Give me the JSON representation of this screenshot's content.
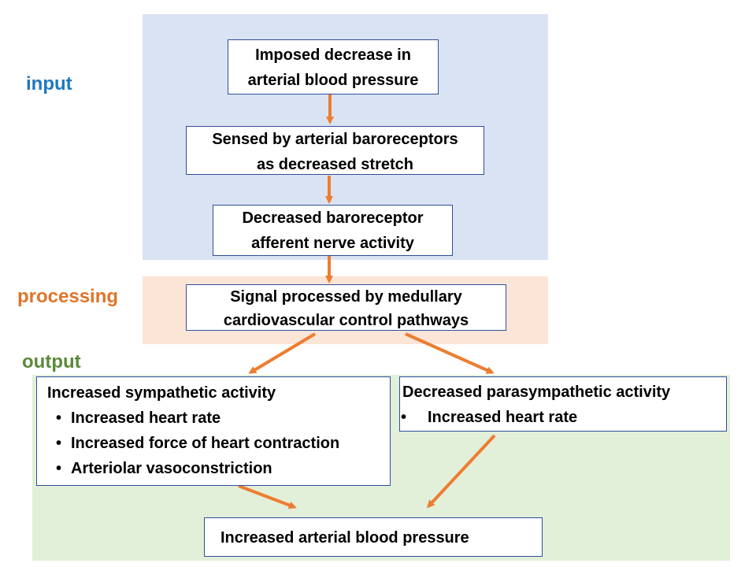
{
  "labels": {
    "input": "input",
    "processing": "processing",
    "output": "output"
  },
  "colors": {
    "input_label": "#1f78c1",
    "processing_label": "#e07428",
    "output_label": "#5b8a3a",
    "input_panel": "#dae3f3",
    "processing_panel": "#fbe5d6",
    "output_panel": "#e2efd9",
    "arrow": "#ed7d31",
    "box_border": "#2f4f9a"
  },
  "boxes": {
    "imposed_decrease": [
      "Imposed decrease in",
      "arterial blood pressure"
    ],
    "sensed": [
      "Sensed by arterial baroreceptors",
      "as decreased stretch"
    ],
    "afferent": [
      "Decreased baroreceptor",
      "afferent nerve activity"
    ],
    "signal": [
      "Signal processed by medullary",
      "cardiovascular control pathways"
    ],
    "sympathetic": {
      "title": "Increased sympathetic activity",
      "items": [
        "Increased heart rate",
        "Increased force of heart contraction",
        "Arteriolar vasoconstriction"
      ]
    },
    "parasympathetic": {
      "title": "Decreased parasympathetic activity",
      "items": [
        "Increased heart rate"
      ]
    },
    "result": "Increased arterial blood pressure"
  }
}
